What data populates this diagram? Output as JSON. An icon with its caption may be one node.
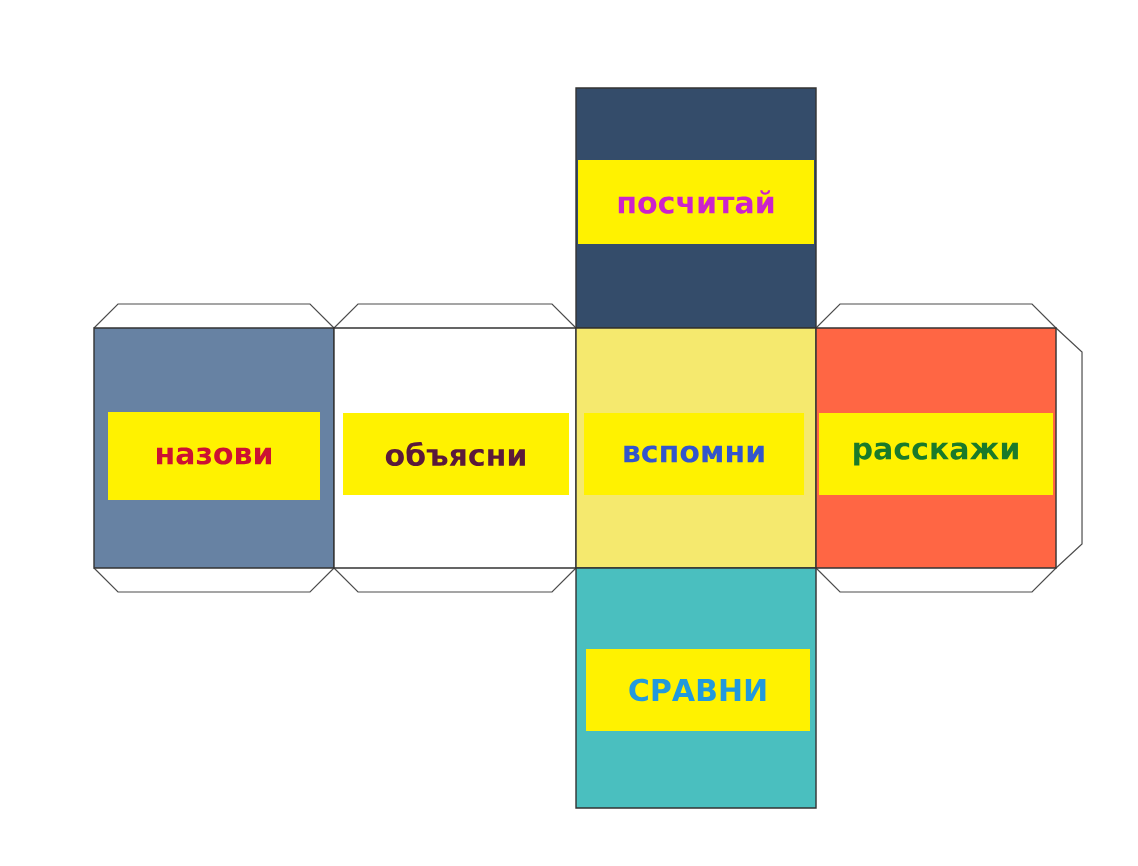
{
  "diagram": {
    "nodes": [
      {
        "text": [],
        "shape": "box"
      },
      {
        "text": [
          "посчитай"
        ],
        "in": 0
      },
      {
        "text": [],
        "shape": "box"
      },
      {
        "text": [
          "назови"
        ],
        "in": 2
      },
      {
        "text": [],
        "shape": "box"
      },
      {
        "text": [
          "объясни"
        ],
        "in": 4
      },
      {
        "text": [],
        "shape": "box"
      },
      {
        "text": [
          "вспомни"
        ],
        "in": 6
      },
      {
        "text": [],
        "shape": "box"
      },
      {
        "text": [
          "расскажи"
        ],
        "in": 8
      },
      {
        "text": [],
        "shape": "box"
      },
      {
        "text": [
          "СРАВНИ"
        ],
        "in": 10
      }
    ]
  }
}
